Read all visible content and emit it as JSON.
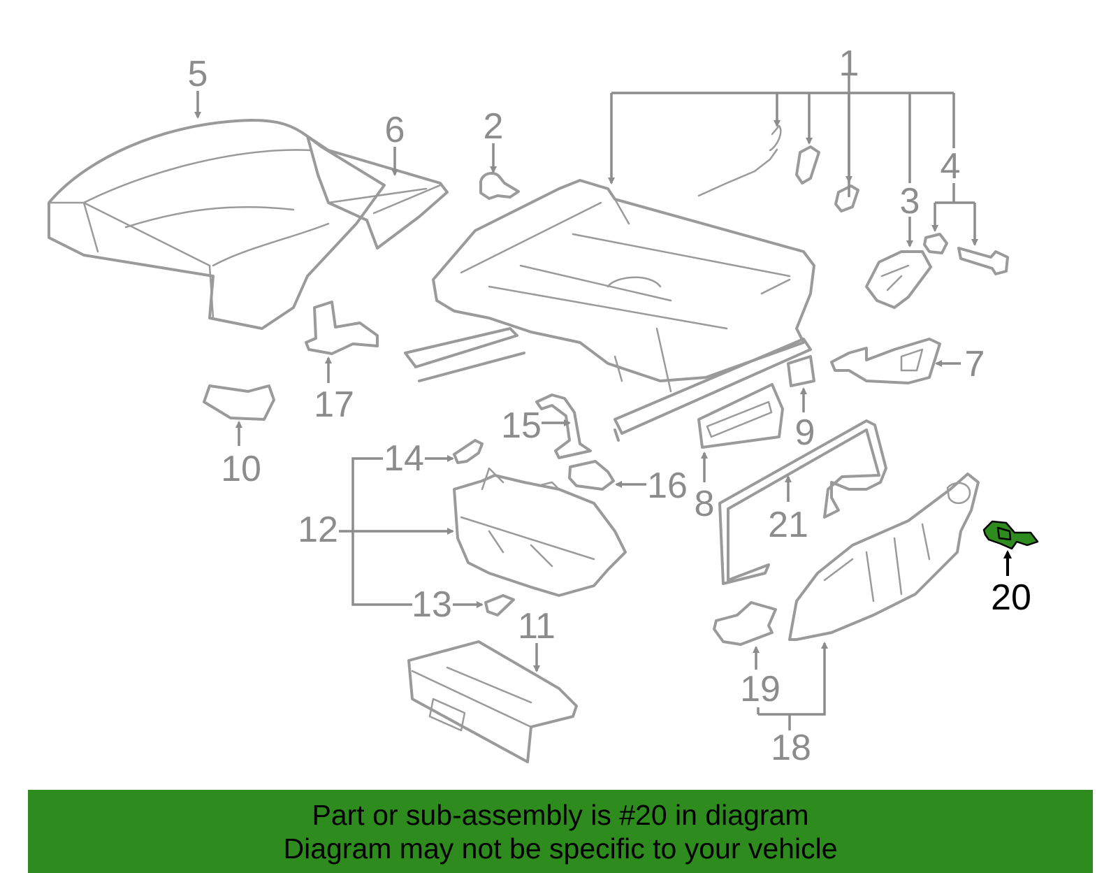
{
  "callouts": {
    "c1": "1",
    "c2": "2",
    "c3": "3",
    "c4": "4",
    "c5": "5",
    "c6": "6",
    "c7": "7",
    "c8": "8",
    "c9": "9",
    "c10": "10",
    "c11": "11",
    "c12": "12",
    "c13": "13",
    "c14": "14",
    "c15": "15",
    "c16": "16",
    "c17": "17",
    "c18": "18",
    "c19": "19",
    "c20": "20",
    "c21": "21"
  },
  "highlight": {
    "part_number": "20",
    "color": "#2e8b1e"
  },
  "banner": {
    "line1": "Part or sub-assembly is #20 in diagram",
    "line2": "Diagram may not be specific to your vehicle",
    "color": "#2e8b1e"
  }
}
